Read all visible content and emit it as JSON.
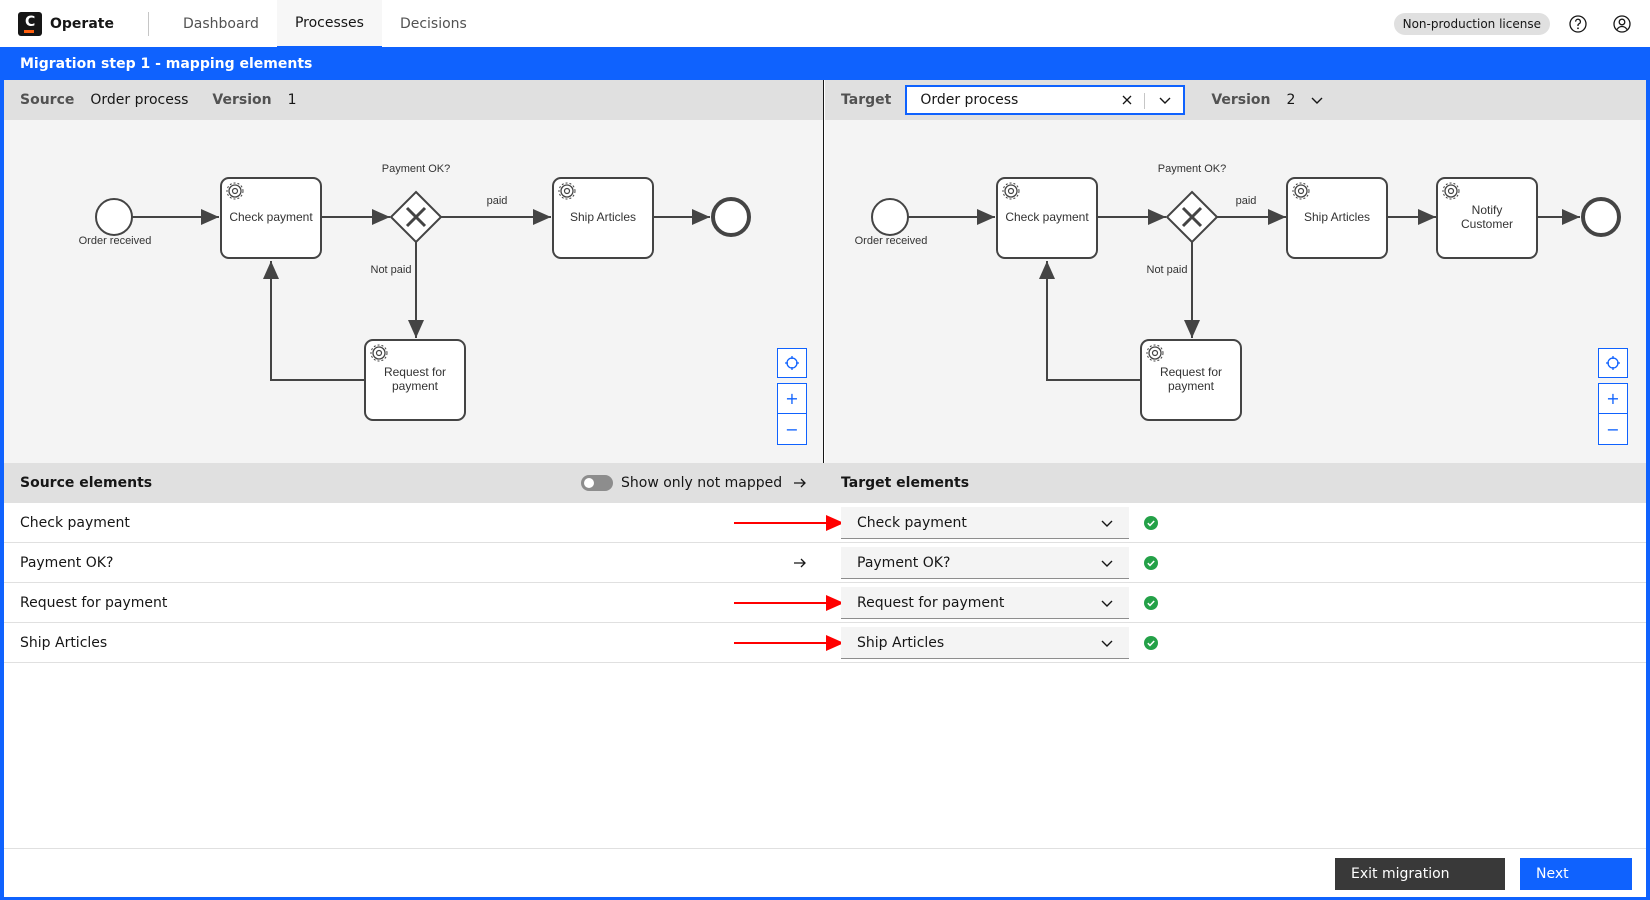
{
  "app": {
    "name": "Operate",
    "logo_letter": "C"
  },
  "nav": {
    "items": [
      {
        "label": "Dashboard"
      },
      {
        "label": "Processes"
      },
      {
        "label": "Decisions"
      }
    ],
    "active": "Processes"
  },
  "header": {
    "license": "Non-production license",
    "icons": [
      "help-icon",
      "user-icon"
    ]
  },
  "migration": {
    "title": "Migration step 1 - mapping elements"
  },
  "source": {
    "label": "Source",
    "process": "Order process",
    "version_label": "Version",
    "version": "1"
  },
  "target": {
    "label": "Target",
    "process": "Order process",
    "version_label": "Version",
    "version": "2"
  },
  "source_diagram": {
    "start_event": "Order received",
    "tasks": [
      "Check payment",
      "Ship Articles",
      "Request for payment"
    ],
    "gateway": "Payment OK?",
    "flows": [
      "paid",
      "Not paid"
    ]
  },
  "target_diagram": {
    "start_event": "Order received",
    "tasks": [
      "Check payment",
      "Ship Articles",
      "Notify Customer",
      "Request for payment"
    ],
    "task_lines": {
      "request": [
        "Request for",
        "payment"
      ],
      "notify": [
        "Notify",
        "Customer"
      ]
    },
    "gateway": "Payment OK?",
    "flows": [
      "paid",
      "Not paid"
    ]
  },
  "mapping": {
    "source_header": "Source elements",
    "toggle_label": "Show only not mapped",
    "target_header": "Target elements",
    "rows": [
      {
        "source": "Check payment",
        "target": "Check payment",
        "highlighted": true
      },
      {
        "source": "Payment OK?",
        "target": "Payment OK?",
        "highlighted": false
      },
      {
        "source": "Request for payment",
        "target": "Request for payment",
        "highlighted": true
      },
      {
        "source": "Ship Articles",
        "target": "Ship Articles",
        "highlighted": true
      }
    ]
  },
  "footer": {
    "exit_label": "Exit migration",
    "next_label": "Next"
  },
  "colors": {
    "accent": "#0f62fe",
    "success": "#24a148",
    "annotation": "#ff0000"
  }
}
